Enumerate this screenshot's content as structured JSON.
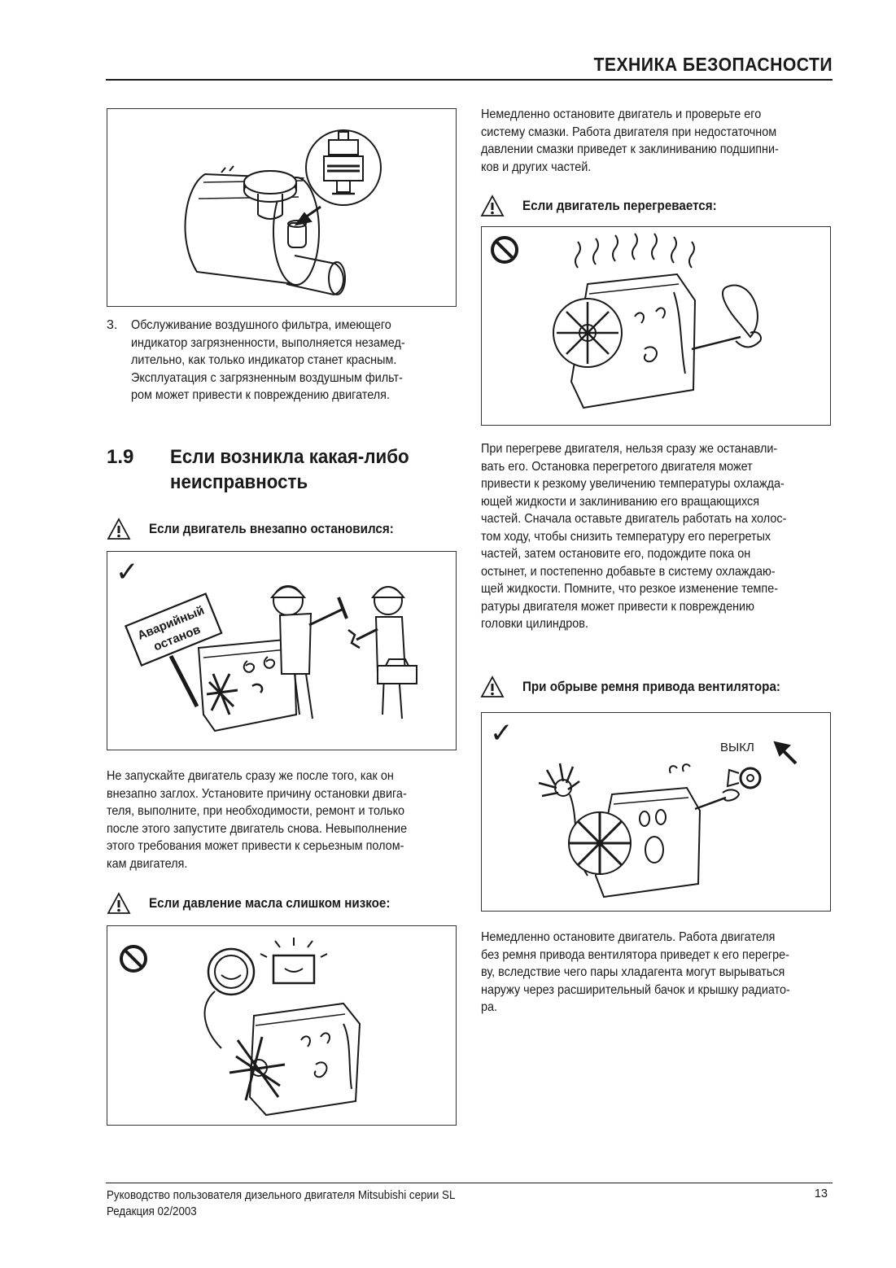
{
  "header": {
    "title": "ТЕХНИКА БЕЗОПАСНОСТИ"
  },
  "left": {
    "item3_number": "3.",
    "item3_lines": [
      "Обслуживание воздушного фильтра, имеющего",
      "индикатор загрязненности, выполняется незамед-",
      "лительно, как только индикатор станет красным.",
      "Эксплуатация с загрязненным воздушным фильт-",
      "ром может привести к повреждению двигателя."
    ],
    "section_number": "1.9",
    "section_title_lines": [
      "Если возникла какая-либо",
      "неисправность"
    ],
    "warning_stopped": "Если двигатель внезапно остановился:",
    "sign_lines": [
      "Аварийный",
      "останов"
    ],
    "stopped_lines": [
      "Не запускайте двигатель сразу же после того, как он",
      "внезапно заглох. Установите причину остановки двига-",
      "теля, выполните, при необходимости, ремонт и только",
      "после этого запустите двигатель снова. Невыполнение",
      "этого требования может привести к серьезным полом-",
      "кам двигателя."
    ],
    "warning_oil": "Если давление масла слишком низкое:"
  },
  "right": {
    "oil_lines": [
      "Немедленно остановите двигатель и проверьте его",
      "систему смазки. Работа двигателя при недостаточном",
      "давлении смазки приведет к заклиниванию подшипни-",
      "ков и других частей."
    ],
    "warning_overheat": "Если двигатель перегревается:",
    "overheat_lines": [
      "При перегреве двигателя, нельзя сразу же останавли-",
      "вать его. Остановка перегретого двигателя может",
      "привести к резкому увеличению температуры охлажда-",
      "ющей жидкости и заклиниванию его вращающихся",
      "частей. Сначала оставьте двигатель работать на холос-",
      "том ходу, чтобы снизить температуру его перегретых",
      "частей, затем остановите его, подождите пока он",
      "остынет, и постепенно добавьте в систему охлаждаю-",
      "щей жидкости. Помните, что резкое изменение темпе-",
      "ратуры двигателя может привести к повреждению",
      "головки цилиндров."
    ],
    "warning_belt": "При обрыве ремня привода вентилятора:",
    "off_label": "ВЫКЛ",
    "belt_lines": [
      "Немедленно остановите двигатель. Работа двигателя",
      "без ремня привода вентилятора приведет к его перегре-",
      "ву, вследствие чего пары хладагента могут вырываться",
      "наружу через расширительный бачок и крышку радиато-",
      "ра."
    ]
  },
  "symbols": {
    "check": "✓"
  },
  "footer": {
    "line1": "Руководство пользователя дизельного двигателя Mitsubishi серии SL",
    "line2": "Редакция 02/2003",
    "page": "13"
  }
}
